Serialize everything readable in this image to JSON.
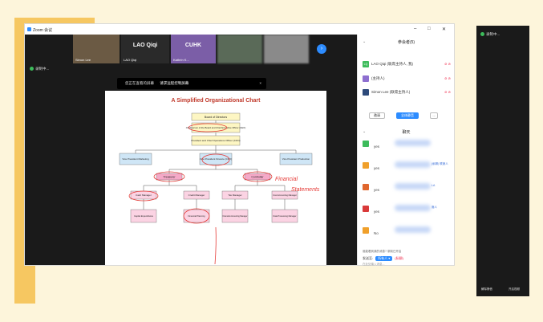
{
  "window": {
    "title": "Zoom 会议",
    "min": "–",
    "max": "□",
    "close": "✕"
  },
  "videos": {
    "thumbs": [
      {
        "name": "Simon Lee"
      },
      {
        "big": "LAO Qiqi",
        "name": "LAO Qiqi"
      },
      {
        "big": "CUHK",
        "name": "Kathrin K..."
      }
    ],
    "next_icon": "›"
  },
  "share": {
    "indicator": "录制中...",
    "bar_text": "您正在查看的屏幕",
    "bar_highlight": "请求远程控制屏幕",
    "bar_close": "×"
  },
  "slide": {
    "title": "A Simplified Organizational Chart",
    "boxes": {
      "board": "Board of Directors",
      "ceo": "Chairperson of the Board and Chief Executive Officer (CEO)",
      "president": "President and Chief Operations Officer (COO)",
      "vp_marketing": "Vice President Marketing",
      "vp_finance": "Vice President Finance (CFO)",
      "vp_production": "Vice President Production",
      "treasurer": "Treasurer",
      "controller": "Controller",
      "cash_manager": "Cash Manager",
      "credit_manager": "Credit Manager",
      "tax_manager": "Tax Manager",
      "cost_accounting": "Cost Accounting Manager",
      "capital_exp": "Capital Expenditures",
      "financial_planning": "Financial Planning",
      "financial_accounting": "Financial Accounting Manager",
      "data_processing": "Data Processing Manager"
    },
    "annotations": {
      "financial": "Financial",
      "statements": "Statements"
    }
  },
  "panel": {
    "participants_title": "参会者(5)",
    "participants": [
      {
        "initials": "LQ",
        "name": "LAO Qiqi (联席主持人, 我)",
        "color": "#3dbb5b"
      },
      {
        "initials": "",
        "name": "(主持人)",
        "color": "#8e6fd0"
      },
      {
        "initials": "",
        "name": "Simon Lee (联席主持人)",
        "color": "#2d4a7a"
      }
    ],
    "buttons": {
      "invite": "邀请",
      "mute_all": "全体静音",
      "more": "..."
    },
    "chat_title": "聊天",
    "chat": [
      {
        "msg": "yes",
        "dm": "",
        "color": "#3dbb5b"
      },
      {
        "msg": "yes",
        "dm": "(私聊) 联席人",
        "color": "#f0a02b"
      },
      {
        "msg": "yes",
        "dm": "LA",
        "color": "#e0662d"
      },
      {
        "msg": "yes",
        "dm": "席人",
        "color": "#d93a3a"
      },
      {
        "msg": "No",
        "dm": "",
        "color": "#f0a02b"
      }
    ],
    "hint": "谁能看到我的消息? 录制已开启",
    "to_label": "发送至:",
    "to_value": "所有人 ▾",
    "to_extra": "(私聊)",
    "placeholder": "在此处输入消息..."
  },
  "mini": {
    "indicator": "录制中...",
    "ctl1": "解除静音",
    "ctl2": "开启视频"
  }
}
